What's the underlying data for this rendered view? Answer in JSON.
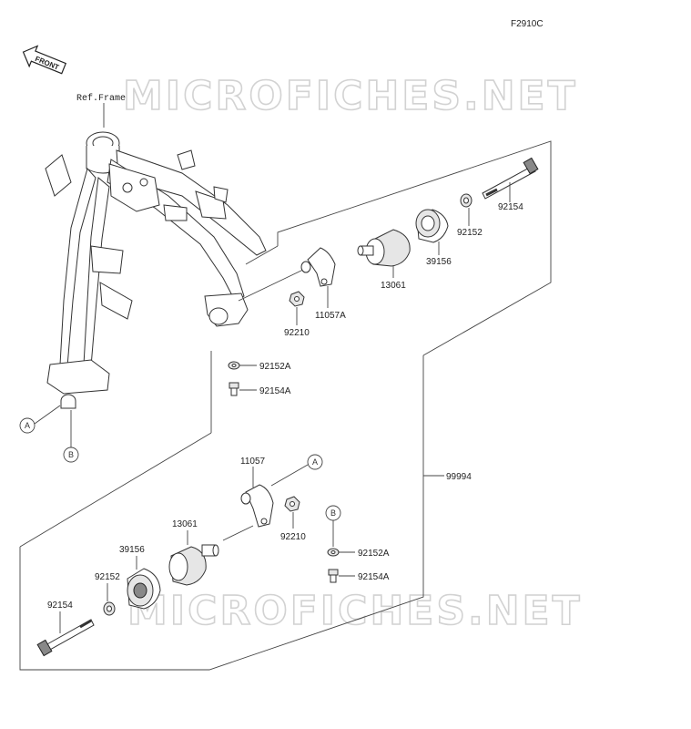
{
  "figure_code": "F2910C",
  "front_arrow": "FRONT",
  "ref_frame": "Ref.Frame",
  "watermark": "MICROFICHES.NET",
  "parts": {
    "p92154_top": "92154",
    "p92152_top": "92152",
    "p39156_top": "39156",
    "p13061_top": "13061",
    "p11057A": "11057A",
    "p92210_top": "92210",
    "p92152A_top": "92152A",
    "p92154A_top": "92154A",
    "p99994": "99994",
    "p11057": "11057",
    "p92210_bot": "92210",
    "p13061_bot": "13061",
    "p39156_bot": "39156",
    "p92152_bot": "92152",
    "p92154_bot": "92154",
    "p92152A_bot": "92152A",
    "p92154A_bot": "92154A"
  },
  "callouts": {
    "a_left": "A",
    "b_left": "B",
    "a_right": "A",
    "b_right": "B"
  }
}
